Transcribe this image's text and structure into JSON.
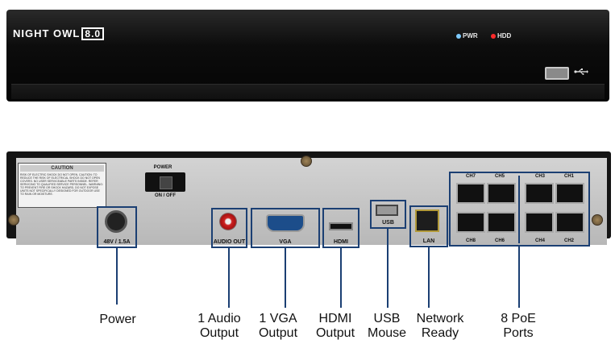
{
  "front": {
    "logo_text": "NIGHT OWL",
    "logo_number": "8.0",
    "led_pwr": "PWR",
    "led_hdd": "HDD",
    "usb_symbol": "⭠",
    "colors": {
      "pwr_led": "#7ecbff",
      "hdd_led": "#ff2a2a"
    }
  },
  "rear": {
    "caution_title": "CAUTION",
    "caution_text": "RISK OF ELECTRIC SHOCK DO NOT OPEN. CAUTION: TO REDUCE THE RISK OF ELECTRICAL SHOCK DO NOT OPEN COVERS. NO USER SERVICEABLE PARTS INSIDE. REFER SERVICING TO QUALIFIED SERVICE PERSONNEL. WARNING: TO PREVENT FIRE OR SHOCK HAZARD, DO NOT EXPOSE UNITS NOT SPECIFICALLY DESIGNED FOR OUTDOOR USE TO RAIN OR MOISTURE.",
    "power_label": "POWER",
    "onoff_label": "ON / OFF",
    "dc_label": "48V / 1.5A",
    "audio_label": "AUDIO OUT",
    "vga_label": "VGA",
    "hdmi_label": "HDMI",
    "usb_label": "USB",
    "lan_label": "LAN",
    "poe_top": [
      "CH7",
      "CH5",
      "CH3",
      "CH1"
    ],
    "poe_bottom": [
      "CH8",
      "CH6",
      "CH4",
      "CH2"
    ],
    "highlight_color": "#1b3f73"
  },
  "captions": {
    "power": [
      "Power"
    ],
    "audio": [
      "1 Audio",
      "Output"
    ],
    "vga": [
      "1 VGA",
      "Output"
    ],
    "hdmi": [
      "HDMI",
      "Output"
    ],
    "usb": [
      "USB",
      "Mouse"
    ],
    "lan": [
      "Network",
      "Ready"
    ],
    "poe": [
      "8 PoE",
      "Ports"
    ]
  }
}
